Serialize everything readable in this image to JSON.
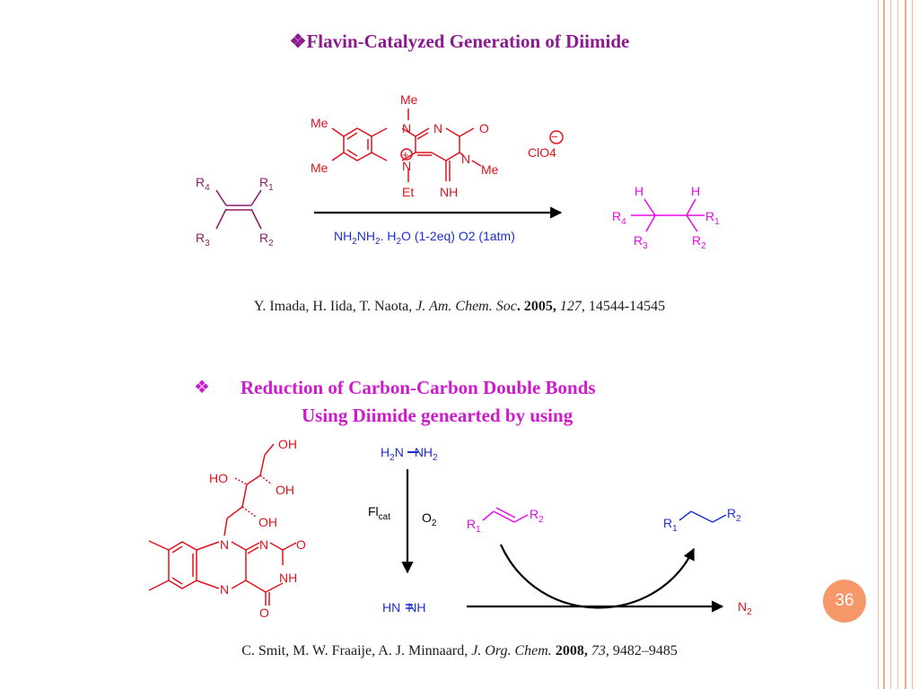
{
  "title": {
    "bullet": "❖",
    "text": "Flavin-Catalyzed Generation of Diimide"
  },
  "reaction1": {
    "substrate_r4": "R",
    "substrate_r4_sub": "4",
    "substrate_r1": "R",
    "substrate_r1_sub": "1",
    "substrate_r3": "R",
    "substrate_r3_sub": "3",
    "substrate_r2": "R",
    "substrate_r2_sub": "2",
    "catalyst_me_top": "Me",
    "catalyst_me_left1": "Me",
    "catalyst_me_left2": "Me",
    "catalyst_me_right": "Me",
    "catalyst_n1": "N",
    "catalyst_n2": "N",
    "catalyst_n3": "N",
    "catalyst_n5": "N",
    "catalyst_o": "O",
    "catalyst_et": "Et",
    "catalyst_nh": "NH",
    "plus_sign": "+",
    "counterion": "ClO4",
    "minus_sign": "−",
    "conditions": {
      "a": "NH",
      "a_sub": "2",
      "b": "NH",
      "b_sub": "2",
      "c": ". H",
      "c_sub": "2",
      "d": "O (1-2eq)  O2 (1atm)"
    },
    "product_h1": "H",
    "product_h2": "H",
    "product_r4": "R",
    "product_r4_sub": "4",
    "product_r1": "R",
    "product_r1_sub": "1",
    "product_r3": "R",
    "product_r3_sub": "3",
    "product_r2": "R",
    "product_r2_sub": "2"
  },
  "reference1": {
    "authors": "Y. Imada, H. Iida, T. Naota,  ",
    "journal": "J. Am. Chem. Soc",
    "year": ". 2005,",
    "volume": " 127",
    "pages": ", 14544-14545"
  },
  "section2": {
    "bullet": "❖",
    "line1": "Reduction of Carbon-Carbon Double Bonds",
    "line2": "Using Diimide genearted by using"
  },
  "reaction2": {
    "flavin_oh1": "OH",
    "flavin_ho": "HO",
    "flavin_oh2": "OH",
    "flavin_oh3": "OH",
    "flavin_n1": "N",
    "flavin_n2": "N",
    "flavin_n3": "N",
    "flavin_nh": "NH",
    "flavin_o1": "O",
    "flavin_o2": "O",
    "hydrazine_h1": "H",
    "hydrazine_h1_sub": "2",
    "hydrazine_n1": "N",
    "hydrazine_n2": "NH",
    "hydrazine_n2_sub": "2",
    "fl_label": "Fl",
    "fl_sub": "cat",
    "o2_label": "O",
    "o2_sub": "2",
    "diimide": "HN",
    "diimide_b": "NH",
    "alkene_r1": "R",
    "alkene_r1_sub": "1",
    "alkene_r2": "R",
    "alkene_r2_sub": "2",
    "alkane_r1": "R",
    "alkane_r1_sub": "1",
    "alkane_r2": "R",
    "alkane_r2_sub": "2",
    "n2": "N",
    "n2_sub": "2"
  },
  "reference2": {
    "authors": "C. Smit, M. W. Fraaije, A. J. Minnaard,  ",
    "journal": "J. Org. Chem.",
    "year": " 2008,",
    "volume": " 73,",
    "pages": " 9482–9485"
  },
  "page_number": "36",
  "colors": {
    "title": "#8b1a8f",
    "catalyst_red": "#e0121e",
    "magenta": "#e60ae6",
    "blue": "#1c2fd2",
    "purple_substrate": "#8c1f6a",
    "page_badge": "#f6986a"
  }
}
